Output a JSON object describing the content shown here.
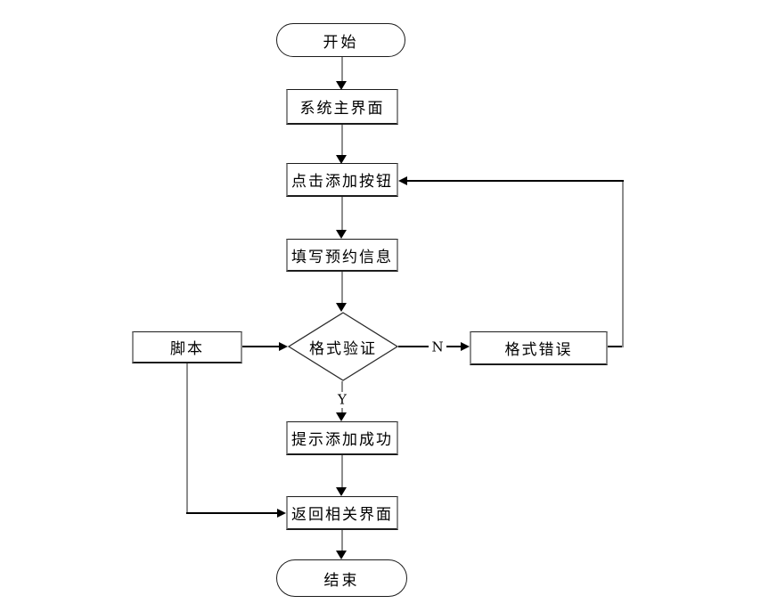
{
  "diagram": {
    "type": "flowchart",
    "background_color": "#ffffff",
    "colors": {
      "shape_border": "#1c1c1c",
      "vertical_connector": "#8d8d8d",
      "horizontal_connector": "#000000",
      "text": "#000000"
    },
    "nodes": {
      "start": {
        "label": "开始",
        "shape": "terminator"
      },
      "main_ui": {
        "label": "系统主界面",
        "shape": "process"
      },
      "click_add": {
        "label": "点击添加按钮",
        "shape": "process"
      },
      "fill_info": {
        "label": "填写预约信息",
        "shape": "process"
      },
      "validate": {
        "label": "格式验证",
        "shape": "decision"
      },
      "script": {
        "label": "脚本",
        "shape": "process"
      },
      "format_error": {
        "label": "格式错误",
        "shape": "process"
      },
      "success_msg": {
        "label": "提示添加成功",
        "shape": "process"
      },
      "return_ui": {
        "label": "返回相关界面",
        "shape": "process"
      },
      "end": {
        "label": "结束",
        "shape": "terminator"
      }
    },
    "edge_labels": {
      "no": "N",
      "yes": "Y"
    },
    "edges": [
      {
        "from": "start",
        "to": "main_ui"
      },
      {
        "from": "main_ui",
        "to": "click_add"
      },
      {
        "from": "click_add",
        "to": "fill_info"
      },
      {
        "from": "fill_info",
        "to": "validate"
      },
      {
        "from": "script",
        "to": "validate"
      },
      {
        "from": "validate",
        "to": "format_error",
        "label": "N"
      },
      {
        "from": "format_error",
        "to": "click_add"
      },
      {
        "from": "validate",
        "to": "success_msg",
        "label": "Y"
      },
      {
        "from": "success_msg",
        "to": "return_ui"
      },
      {
        "from": "script",
        "to": "return_ui"
      },
      {
        "from": "return_ui",
        "to": "end"
      }
    ]
  }
}
